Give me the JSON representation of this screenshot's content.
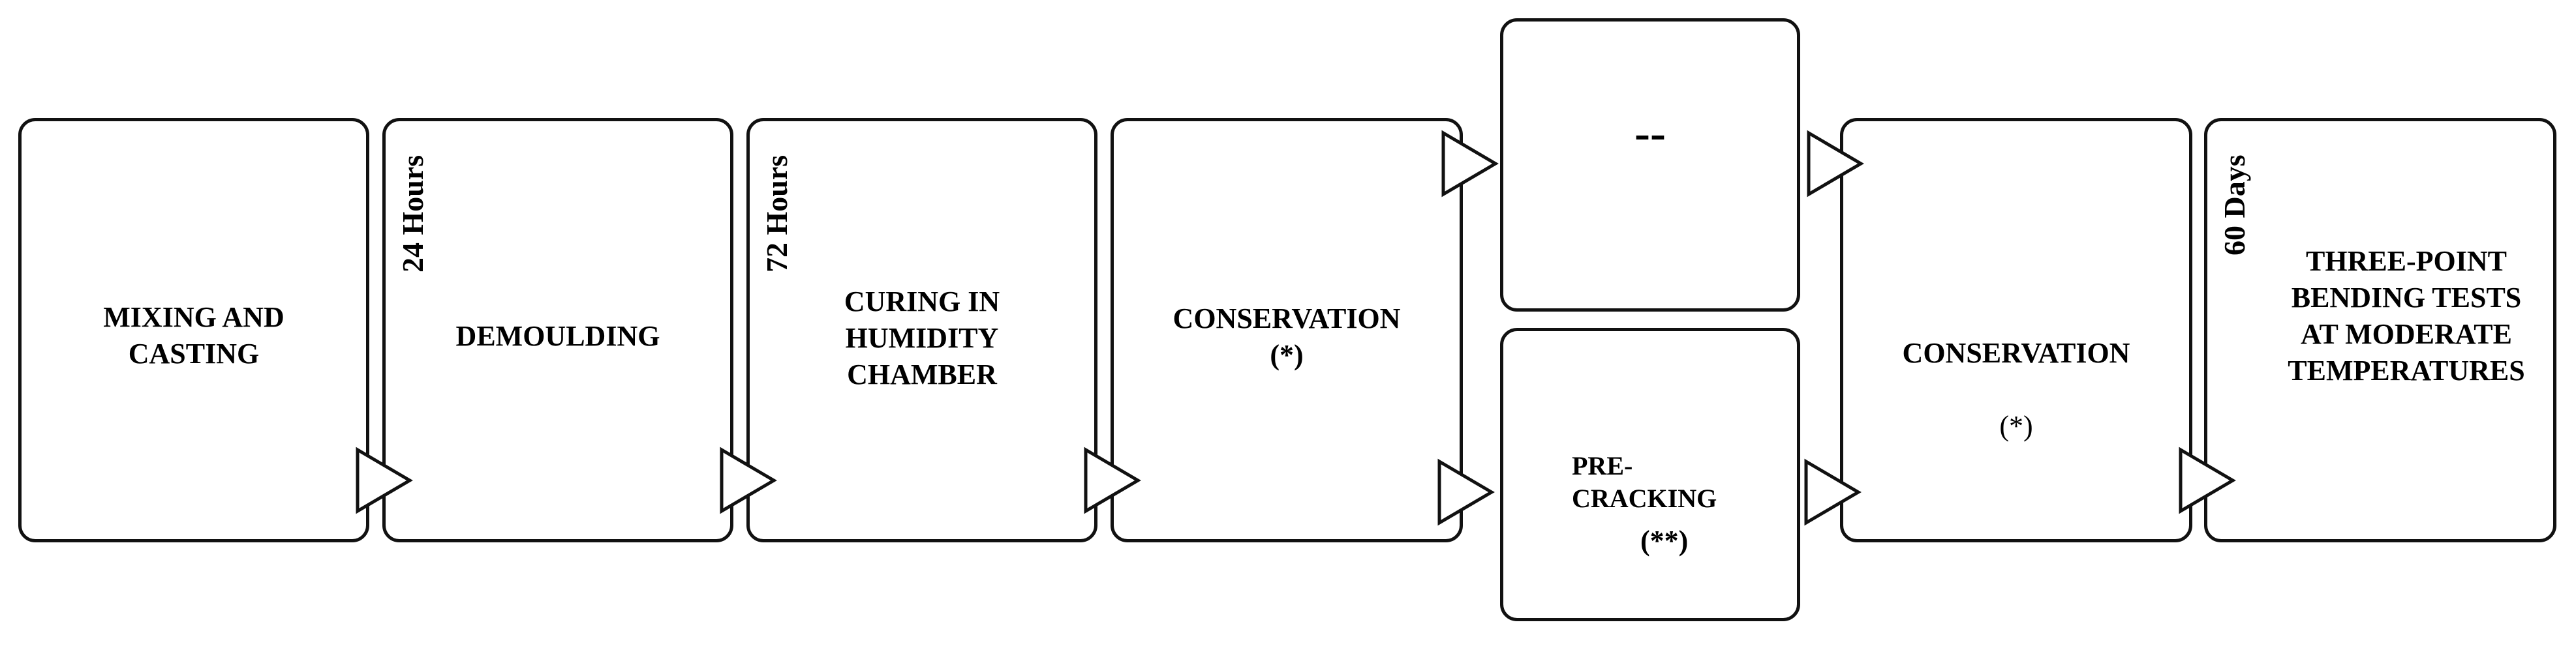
{
  "diagram": {
    "stages": [
      {
        "label": "MIXING AND\nCASTING"
      },
      {
        "label": "DEMOULDING"
      },
      {
        "label": "CURING IN\nHUMIDITY\nCHAMBER"
      },
      {
        "label": "CONSERVATION\n(*)"
      },
      {
        "label": "CONSERVATION"
      },
      {
        "label": "THREE-POINT\nBENDING TESTS\nAT MODERATE\nTEMPERATURES"
      }
    ],
    "conservation_note": "(*)",
    "branches": [
      {
        "label": "--"
      },
      {
        "label": "PRE-\nCRACKING",
        "note": "(**)"
      }
    ],
    "durations": [
      "24 Hours",
      "72 Hours",
      "60 Days"
    ]
  }
}
